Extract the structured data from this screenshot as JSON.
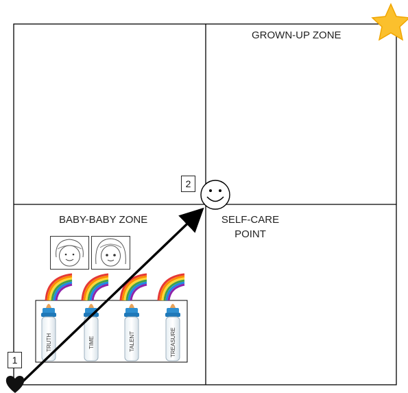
{
  "zones": {
    "grown_up": "GROWN-UP ZONE",
    "baby_baby": "BABY-BABY ZONE",
    "self_care_line1": "SELF-CARE",
    "self_care_line2": "POINT"
  },
  "markers": {
    "start": "1",
    "end": "2"
  },
  "bottles": [
    "TRUTH",
    "TIME",
    "TALENT",
    "TREASURE"
  ],
  "icons": [
    "star-icon",
    "smiley-icon",
    "heart-icon",
    "rainbow-icon",
    "baby-bottle-icon",
    "child-face-icon"
  ],
  "colors": {
    "star": "#fbc02d",
    "arrow": "#000000",
    "grid_line": "#000000",
    "bottle_cap": "#2e8fd0",
    "nipple": "#e8a35a"
  }
}
